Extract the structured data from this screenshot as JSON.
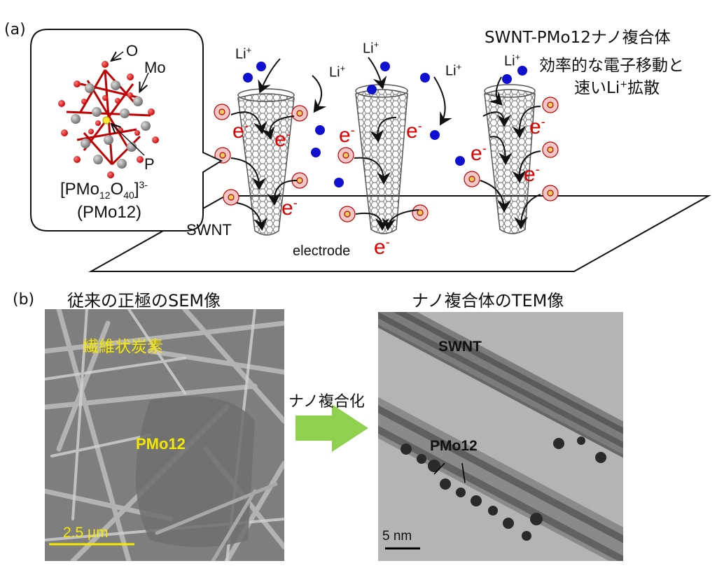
{
  "panel_a": {
    "label": "(a)",
    "inset": {
      "atom_O": "O",
      "atom_Mo": "Mo",
      "atom_P": "P",
      "formula_main": "[PMo",
      "formula_sub1": "12",
      "formula_mid": "O",
      "formula_sub2": "40",
      "formula_end": "]",
      "formula_sup": "3-",
      "short_name": "(PMo12)"
    },
    "title": "SWNT-PMo12ナノ複合体",
    "desc_line1": "効率的な電子移動と",
    "desc_line2_pre": "速いLi",
    "desc_line2_sup": "+",
    "desc_line2_post": "拡散",
    "li_base": "Li",
    "li_sup": "+",
    "e_base": "e",
    "e_sup": "-",
    "swnt_label": "SWNT",
    "electrode_label": "electrode"
  },
  "panel_b": {
    "label": "(b)",
    "left_title": "従来の正極のSEM像",
    "right_title": "ナノ複合体のTEM像",
    "arrow_label": "ナノ複合化",
    "sem_carbon_label": "繊維状炭素",
    "sem_pmo_label": "PMo12",
    "sem_scale": "2.5 μm",
    "tem_swnt_label": "SWNT",
    "tem_pmo_label": "PMo12",
    "tem_scale": "5 nm"
  },
  "colors": {
    "red_electron": "#e00000",
    "blue_ion": "#1010d0",
    "sem_label_yellow": "#f5e800",
    "arrow_green": "#8fd14f"
  }
}
